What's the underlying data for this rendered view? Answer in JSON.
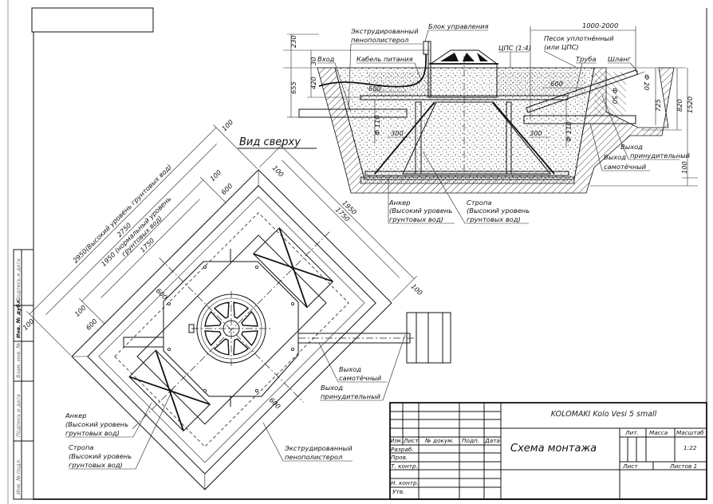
{
  "colors": {
    "ink": "#111111",
    "paper": "#ffffff",
    "frame_gray": "#888888"
  },
  "side_strip": [
    "Подпись и дата",
    "Инв. № дубл.",
    "Взам. инв. №",
    "Подпись и дата",
    "Инв. № подл."
  ],
  "side_view": {
    "labels": {
      "foam_1": "Экструдированный",
      "foam_2": "пенополистерол",
      "control_unit": "Блок управления",
      "inlet": "Вход",
      "power_cable": "Кабель питания",
      "cps": "ЦПС (1:4)",
      "sand_1": "Песок уплотнённый",
      "sand_2": "(или ЦПС)",
      "pipe": "Труба",
      "hose": "Шланг",
      "forced_out_1": "Выход",
      "forced_out_2": "принудительный",
      "gravity_out_1": "Выход",
      "gravity_out_2": "самотёчный",
      "anchor_1": "Анкер",
      "anchor_2": "(Высокий уровень",
      "anchor_3": "грунтовых вод)",
      "sling_1": "Стропа",
      "sling_2": "(Высокий уровень",
      "sling_3": "грунтовых вод)"
    },
    "dims": {
      "d230": "230",
      "d30": "30",
      "d655": "655",
      "d420": "420",
      "d600a": "600",
      "d600b": "600",
      "phi110a": "Ф 110",
      "phi110b": "Ф 110",
      "d300a": "300",
      "d300b": "300",
      "phi50": "Ф 50",
      "phi20": "Ф 20",
      "d725": "725",
      "d820": "820",
      "d1520": "1520",
      "d100": "100",
      "d1000_2000": "1000-2000"
    }
  },
  "top_view": {
    "title": "Вид сверху",
    "dims": {
      "high_total": "2950(Высокий уровень грунтовых вод)",
      "d2750": "2750",
      "normal_1": "1950 (нормальный уровень",
      "normal_2": "грунтовых вод)",
      "d1750": "1750",
      "d100_a": "100",
      "d100_b": "100",
      "d100_c": "100",
      "d100_d": "100",
      "d100_e": "100",
      "d600_a": "600",
      "d600_b": "600",
      "d600_c": "600",
      "d600_d": "600",
      "r1950": "1950",
      "r1750": "1750"
    },
    "labels": {
      "gravity_out_1": "Выход",
      "gravity_out_2": "самотёчный",
      "forced_out_1": "Выход",
      "forced_out_2": "принудительный",
      "anchor_1": "Анкер",
      "anchor_2": "(Высокий уровень",
      "anchor_3": "грунтовых вод)",
      "sling_1": "Стропа",
      "sling_2": "(Высокий уровень",
      "sling_3": "грунтовых вод)",
      "foam_1": "Экструдированный",
      "foam_2": "пенополистерол"
    }
  },
  "title_block": {
    "product": "KOLOMAKI Kolo Vesi 5 small",
    "sheet_title": "Схема монтажа",
    "lit": "Лит.",
    "mass": "Масса",
    "scale_label": "Масштаб",
    "scale": "1:22",
    "sheet": "Лист",
    "sheets": "Листов 1",
    "col_izm": "Изм.",
    "col_list": "Лист",
    "col_doc": "№ докум.",
    "col_sign": "Подп.",
    "col_date": "Дата",
    "row_dev": "Разраб.",
    "row_check": "Пров.",
    "row_tcontr": "Т. контр.",
    "row_ncontr": "Н. контр.",
    "row_appr": "Утв."
  }
}
